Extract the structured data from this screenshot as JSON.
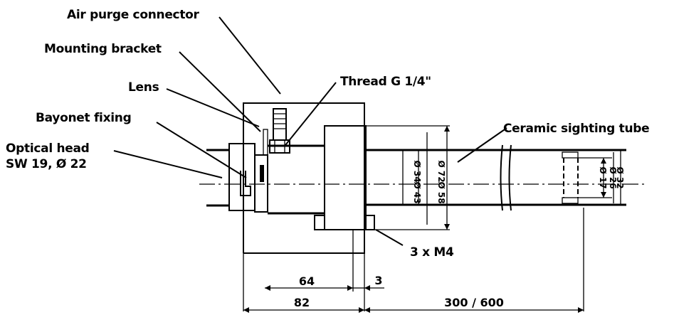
{
  "labels": {
    "air_purge": "Air purge connector",
    "bracket": "Mounting bracket",
    "lens": "Lens",
    "bayonet": "Bayonet fixing",
    "optical_head_1": "Optical head",
    "optical_head_2": "SW 19, Ø 22",
    "thread": "Thread G 1/4\"",
    "ceramic_tube": "Ceramic sighting tube",
    "screws": "3 x M4"
  },
  "dimensions": {
    "d64": "64",
    "d3": "3",
    "d82": "82",
    "d300_600": "300 / 600",
    "dia_34": "Ø 34",
    "dia_43": "Ø 43",
    "dia_72": "Ø 72",
    "dia_58": "Ø 58",
    "dia_17": "Ø 17",
    "dia_26": "Ø 26",
    "dia_32": "Ø 32"
  }
}
